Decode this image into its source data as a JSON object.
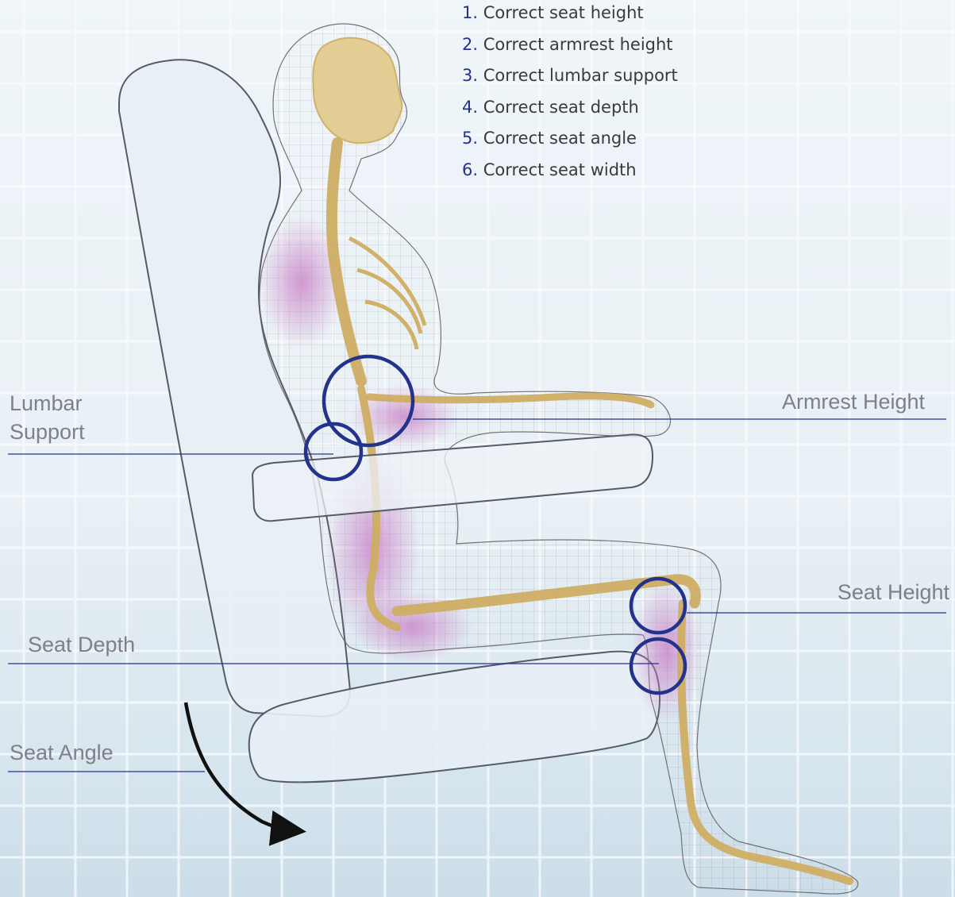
{
  "criteria": [
    {
      "number": "1.",
      "text": "Correct seat height"
    },
    {
      "number": "2.",
      "text": "Correct armrest height"
    },
    {
      "number": "3.",
      "text": "Correct lumbar support"
    },
    {
      "number": "4.",
      "text": "Correct seat depth"
    },
    {
      "number": "5.",
      "text": "Correct seat angle"
    },
    {
      "number": "6.",
      "text": "Correct seat width"
    }
  ],
  "callouts": {
    "lumbar_line1": "Lumbar",
    "lumbar_line2": "Support",
    "armrest": "Armrest Height",
    "seat_height": "Seat Height",
    "seat_depth": "Seat Depth",
    "seat_angle": "Seat Angle"
  },
  "colors": {
    "marker": "#23328a",
    "chair_fill": "#e8eef5",
    "chair_stroke": "#555b66",
    "pressure": "#c77bc4",
    "bone": "#d9c48a",
    "callout_text": "#7d8088",
    "grid": "#ffffff"
  },
  "icons": [
    "recline-arrow-icon"
  ]
}
